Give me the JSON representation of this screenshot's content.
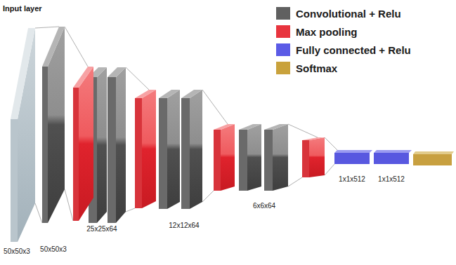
{
  "diagram": {
    "labels": [
      "Input layer",
      "50x50x3",
      "50x50x3",
      "25x25x64",
      "12x12x64",
      "6x6x64",
      "1x1x512",
      "1x1x512"
    ],
    "legend": [
      {
        "text": "Convolutional + Relu",
        "color": "#606060"
      },
      {
        "text": "Max pooling",
        "color": "#e8343e"
      },
      {
        "text": "Fully connected + Relu",
        "color": "#5b5be6"
      },
      {
        "text": "Softmax",
        "color": "#c9a23c"
      }
    ]
  }
}
